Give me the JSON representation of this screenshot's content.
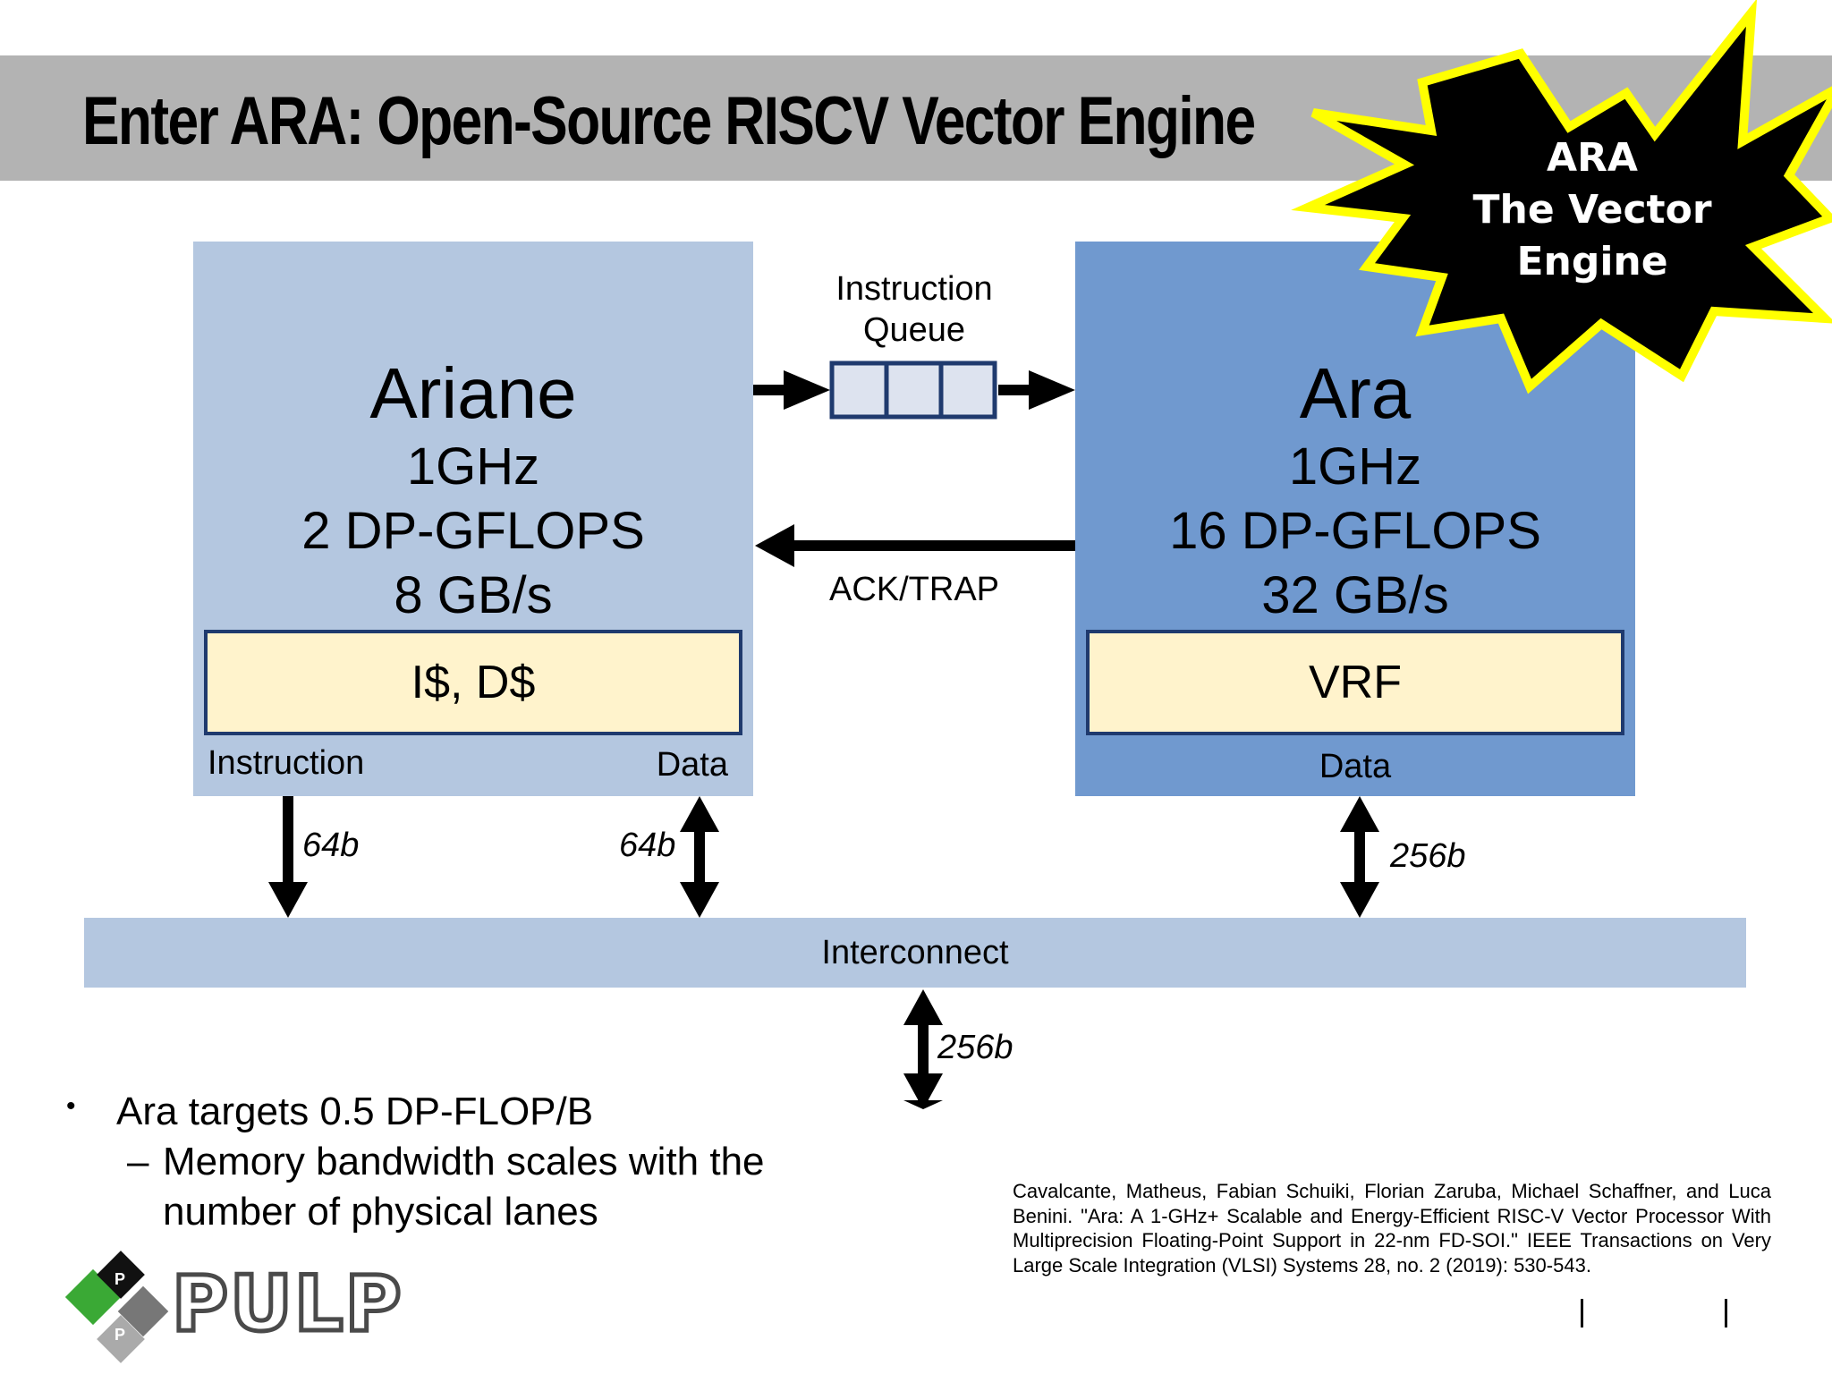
{
  "title": "Enter ARA: Open-Source RISCV Vector Engine",
  "starburst": {
    "line1": "ARA",
    "line2": "The Vector",
    "line3": "Engine"
  },
  "ariane": {
    "name": "Ariane",
    "freq": "1GHz",
    "flops": "2 DP-GFLOPS",
    "bandwidth": "8 GB/s",
    "cache": "I$, D$",
    "port_instruction": "Instruction",
    "port_data": "Data"
  },
  "ara": {
    "name": "Ara",
    "freq": "1GHz",
    "flops": "16 DP-GFLOPS",
    "bandwidth": "32 GB/s",
    "vrf": "VRF",
    "port_data": "Data"
  },
  "queue": {
    "line1": "Instruction",
    "line2": "Queue"
  },
  "ack": "ACK/TRAP",
  "interconnect": "Interconnect",
  "widths": {
    "ariane_instr": "64b",
    "ariane_data": "64b",
    "ara_data": "256b",
    "memory": "256b"
  },
  "bullets": {
    "main": "Ara targets 0.5 DP-FLOP/B",
    "sub_line1": "Memory bandwidth scales with the",
    "sub_line2": "number of physical lanes",
    "sub_dash": "–",
    "dot": "•"
  },
  "reference": "Cavalcante, Matheus, Fabian Schuiki, Florian Zaruba, Michael Schaffner, and Luca Benini. \"Ara: A 1-GHz+ Scalable and Energy-Efficient RISC-V Vector Processor With Multiprecision Floating-Point Support in 22-nm FD-SOI.\" IEEE Transactions on Very Large Scale Integration (VLSI) Systems 28, no. 2 (2019): 530-543.",
  "logo": {
    "text": "PULP",
    "mark_p1": "P",
    "mark_p2": "P"
  },
  "colors": {
    "title_bar": "#b3b3b3",
    "ariane_box": "#b4c7e0",
    "ara_box": "#7099cf",
    "cache_fill": "#fff3cc",
    "cache_border": "#1f3a6e",
    "starburst_fill": "#000000",
    "starburst_stroke": "#ffff00",
    "logo_green": "#3aa935"
  }
}
